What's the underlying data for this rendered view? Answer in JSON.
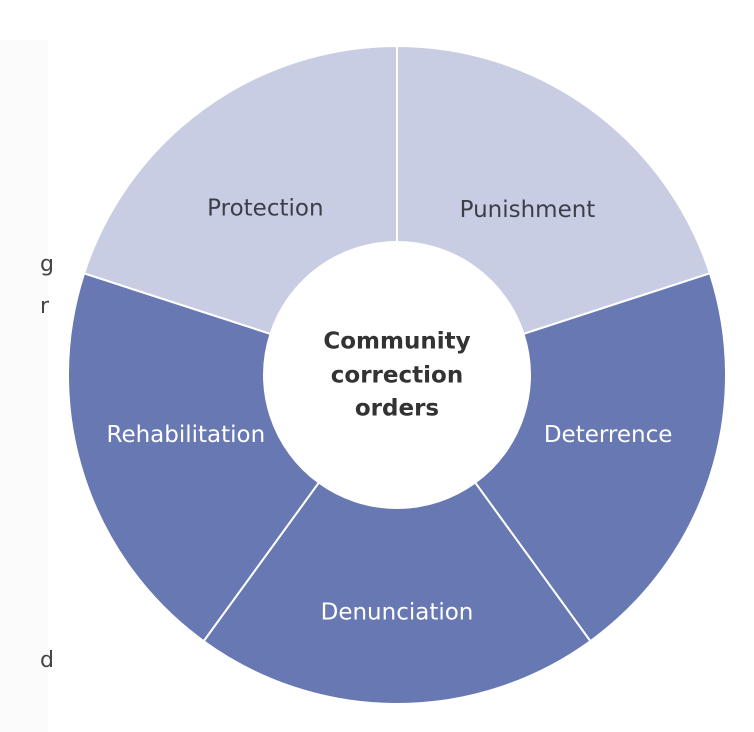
{
  "left_fragments": [
    "g",
    "r",
    "d"
  ],
  "diagram": {
    "center_label": [
      "Community",
      "correction",
      "orders"
    ],
    "segments": [
      {
        "label": "Punishment",
        "color": "#c8cde3",
        "text_color": "#3a3f4a"
      },
      {
        "label": "Deterrence",
        "color": "#6878b2",
        "text_color": "#ffffff"
      },
      {
        "label": "Denunciation",
        "color": "#6878b2",
        "text_color": "#ffffff"
      },
      {
        "label": "Rehabilitation",
        "color": "#6878b2",
        "text_color": "#ffffff"
      },
      {
        "label": "Protection",
        "color": "#c8cde3",
        "text_color": "#3a3f4a"
      }
    ]
  }
}
